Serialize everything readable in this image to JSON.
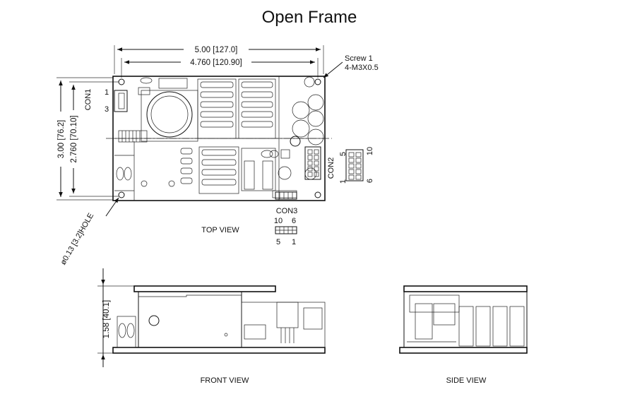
{
  "title": "Open Frame",
  "dimensions": {
    "overall_width": "5.00 [127.0]",
    "hole_spacing_width": "4.760 [120.90]",
    "overall_height": "3.00 [76.2]",
    "hole_spacing_height": "2.760 [70.10]",
    "profile_height": "1.58 [40.1]",
    "hole_diameter": "ø0.13 [3.2]HOLE"
  },
  "screw": {
    "label": "Screw 1",
    "spec": "4-M3X0.5"
  },
  "connectors": {
    "con1": {
      "name": "CON1",
      "pin_a": "1",
      "pin_b": "3"
    },
    "con2": {
      "name": "CON2",
      "pin_tl": "5",
      "pin_tr": "10",
      "pin_bl": "1",
      "pin_br": "6"
    },
    "con3": {
      "name": "CON3",
      "pin_tl": "10",
      "pin_tr": "6",
      "pin_bl": "5",
      "pin_br": "1"
    }
  },
  "views": {
    "top": "TOP VIEW",
    "front": "FRONT VIEW",
    "side": "SIDE VIEW"
  }
}
